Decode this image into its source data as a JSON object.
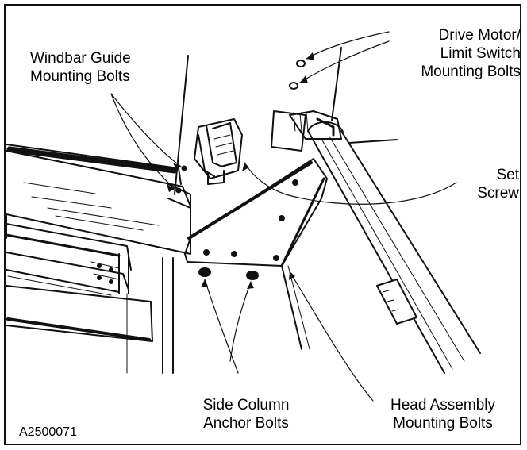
{
  "labels": {
    "windbar_line1": "Windbar Guide",
    "windbar_line2": "Mounting Bolts",
    "drive_line1": "Drive Motor/",
    "drive_line2": "Limit Switch",
    "drive_line3": "Mounting Bolts",
    "set_line1": "Set",
    "set_line2": "Screw",
    "side_line1": "Side Column",
    "side_line2": "Anchor Bolts",
    "head_line1": "Head Assembly",
    "head_line2": "Mounting Bolts"
  },
  "figure_code": "A2500071"
}
